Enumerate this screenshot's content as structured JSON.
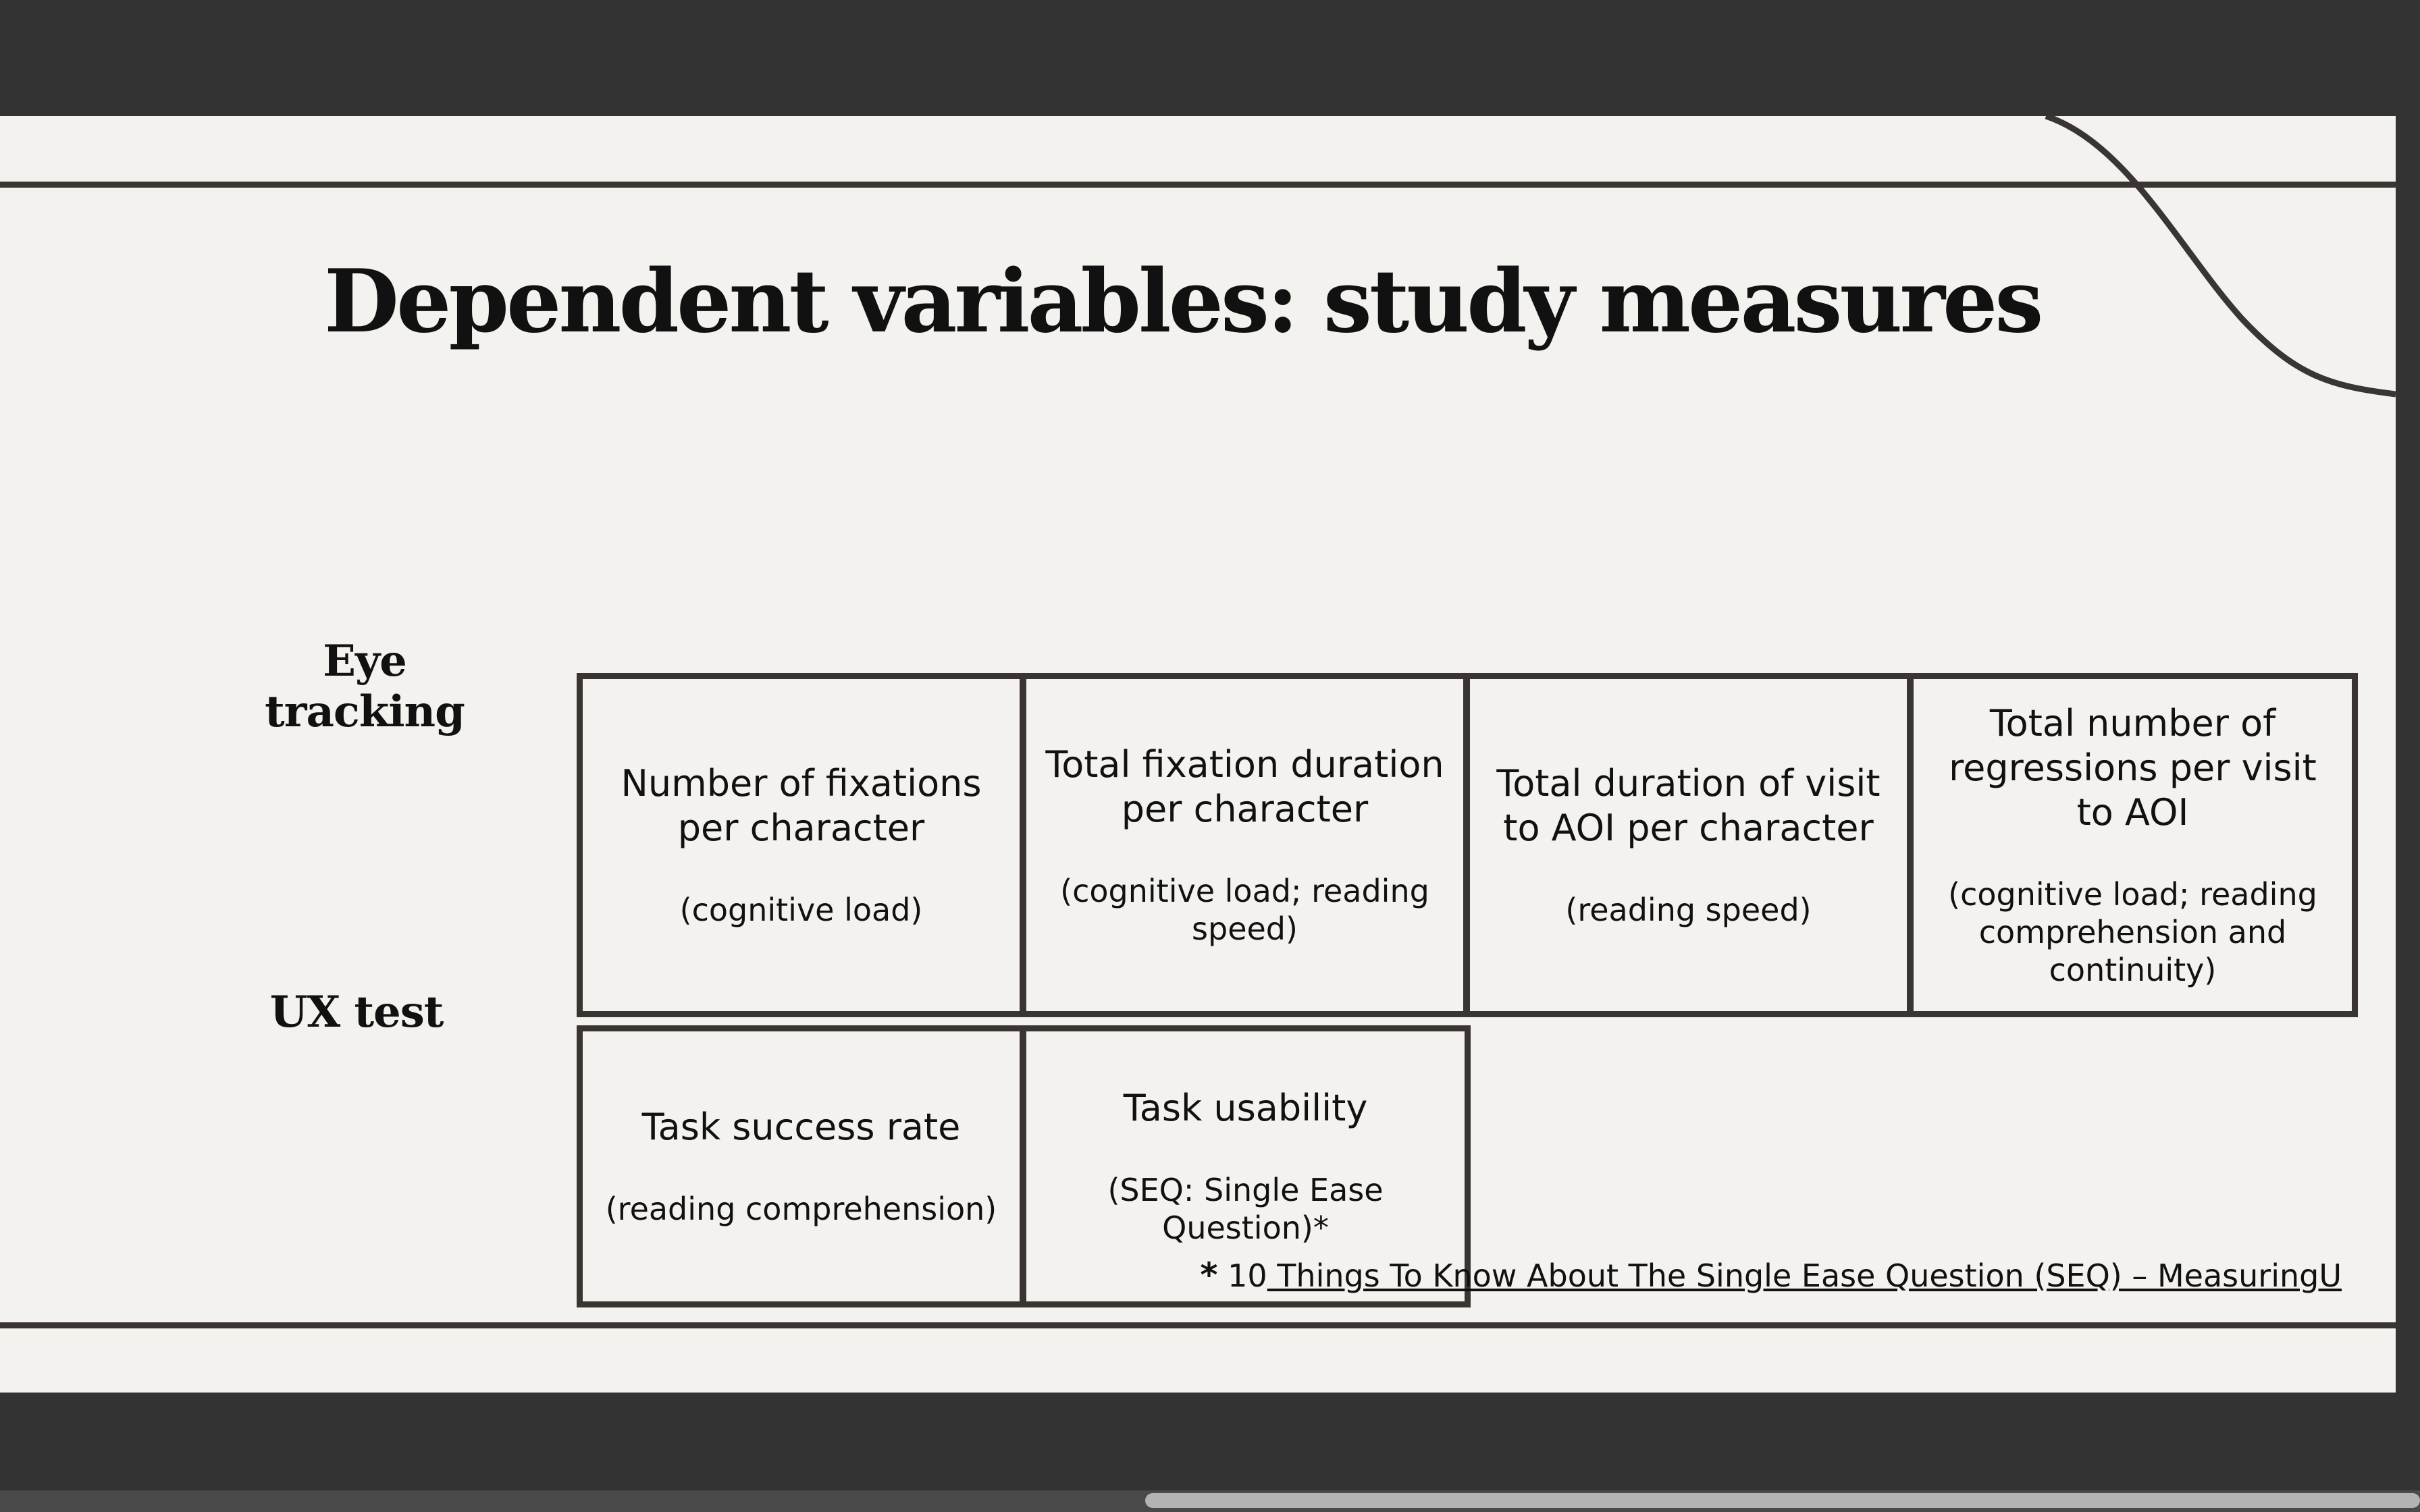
{
  "slide": {
    "title": "Dependent variables: study measures",
    "rows": [
      {
        "label": "Eye tracking",
        "cells": [
          {
            "main": "Number of fixations per character",
            "sub": "(cognitive load)"
          },
          {
            "main": "Total fixation duration per character",
            "sub": "(cognitive load; reading speed)"
          },
          {
            "main": "Total duration of visit to AOI per character",
            "sub": "(reading speed)"
          },
          {
            "main": "Total number of regressions per visit to AOI",
            "sub": "(cognitive load; reading comprehension and continuity)"
          }
        ]
      },
      {
        "label": "UX test",
        "cells": [
          {
            "main": "Task success rate",
            "sub": "(reading comprehension)"
          },
          {
            "main": "Task usability",
            "sub": "(SEQ: Single Ease Question)*"
          }
        ]
      }
    ],
    "footnote": {
      "marker": "*",
      "prefix": "10",
      "link_text": " Things To Know About The Single Ease Question (SEQ) – MeasuringU"
    }
  },
  "colors": {
    "background": "#333333",
    "slide": "#f4f2ee",
    "rule": "#3a3533",
    "text": "#111111"
  }
}
